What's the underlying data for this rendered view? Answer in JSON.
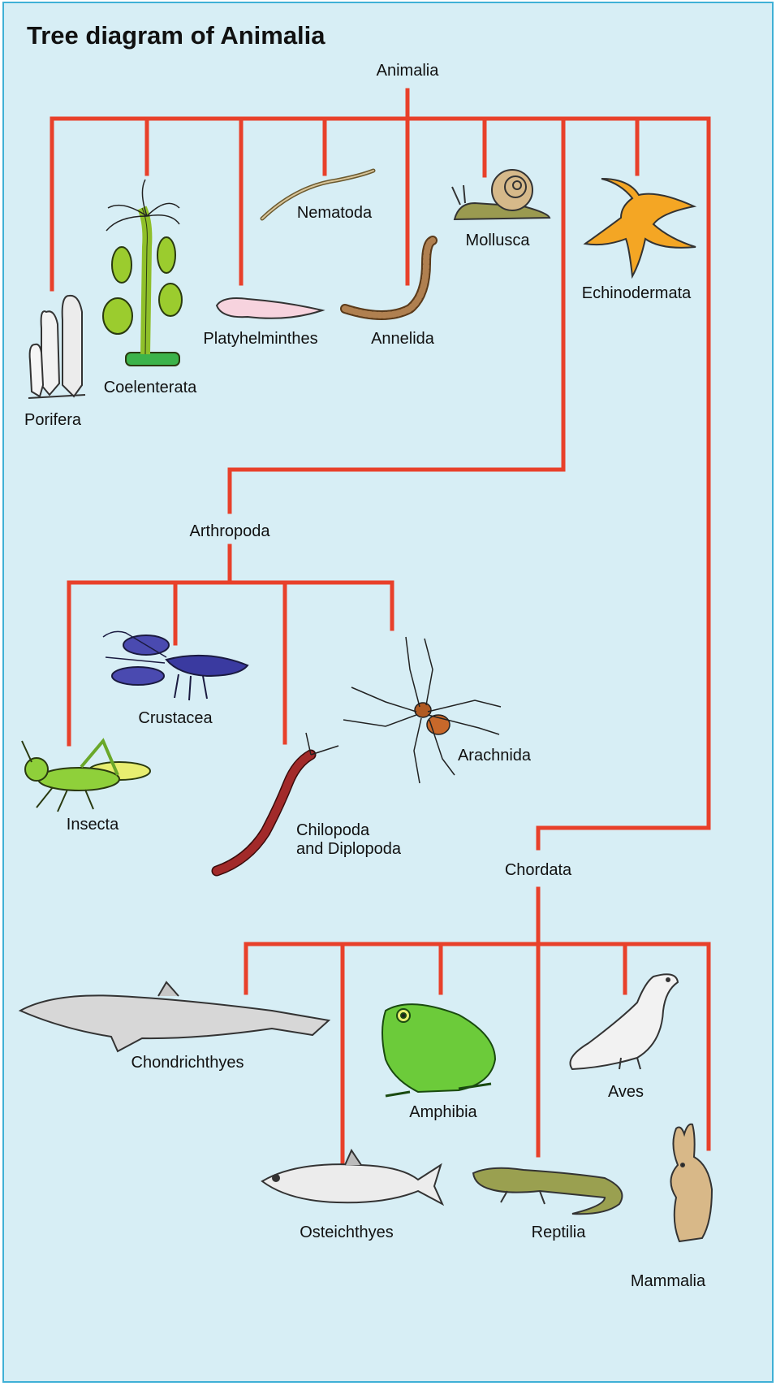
{
  "title": "Tree diagram of Animalia",
  "colors": {
    "background": "#d7eef5",
    "border": "#3fb0d6",
    "branch": "#e8402a"
  },
  "root": "Animalia",
  "phyla": [
    {
      "name": "Porifera",
      "icon": "sponge-icon"
    },
    {
      "name": "Coelenterata",
      "icon": "hydra-icon"
    },
    {
      "name": "Platyhelminthes",
      "icon": "flatworm-icon"
    },
    {
      "name": "Nematoda",
      "icon": "roundworm-icon"
    },
    {
      "name": "Annelida",
      "icon": "earthworm-icon"
    },
    {
      "name": "Mollusca",
      "icon": "snail-icon"
    },
    {
      "name": "Arthropoda",
      "icon": null
    },
    {
      "name": "Echinodermata",
      "icon": "starfish-icon"
    },
    {
      "name": "Chordata",
      "icon": null
    }
  ],
  "arthropoda_classes": [
    {
      "name": "Insecta",
      "icon": "grasshopper-icon"
    },
    {
      "name": "Crustacea",
      "icon": "crayfish-icon"
    },
    {
      "name": "Chilopoda and Diplopoda",
      "line1": "Chilopoda",
      "line2": "and Diplopoda",
      "icon": "centipede-icon"
    },
    {
      "name": "Arachnida",
      "icon": "spider-icon"
    }
  ],
  "chordata_classes": [
    {
      "name": "Chondrichthyes",
      "icon": "shark-icon"
    },
    {
      "name": "Osteichthyes",
      "icon": "bony-fish-icon"
    },
    {
      "name": "Amphibia",
      "icon": "frog-icon"
    },
    {
      "name": "Reptilia",
      "icon": "lizard-icon"
    },
    {
      "name": "Aves",
      "icon": "bird-icon"
    },
    {
      "name": "Mammalia",
      "icon": "rabbit-icon"
    }
  ]
}
